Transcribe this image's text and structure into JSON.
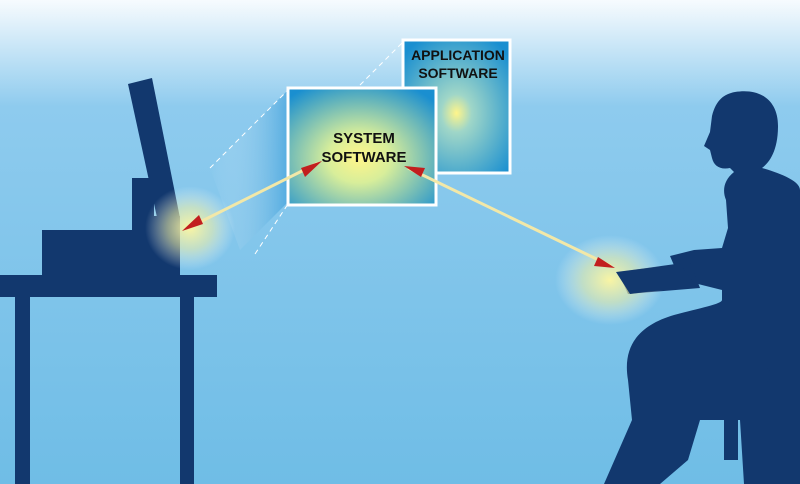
{
  "diagram": {
    "system_panel": {
      "line1": "SYSTEM",
      "line2": "SOFTWARE"
    },
    "application_panel": {
      "line1": "APPLICATION",
      "line2": "SOFTWARE"
    },
    "colors": {
      "sky_top": "#f7fbfe",
      "sky_mid": "#8ecbee",
      "sky_bottom": "#6fbde6",
      "silhouette": "#12386e",
      "panel_border": "#ffffff",
      "panel_glow": "#fff58a",
      "panel_edge": "#1a8fd0",
      "arrow_shaft": "#f2e8a8",
      "arrow_head": "#c21e1e"
    }
  }
}
